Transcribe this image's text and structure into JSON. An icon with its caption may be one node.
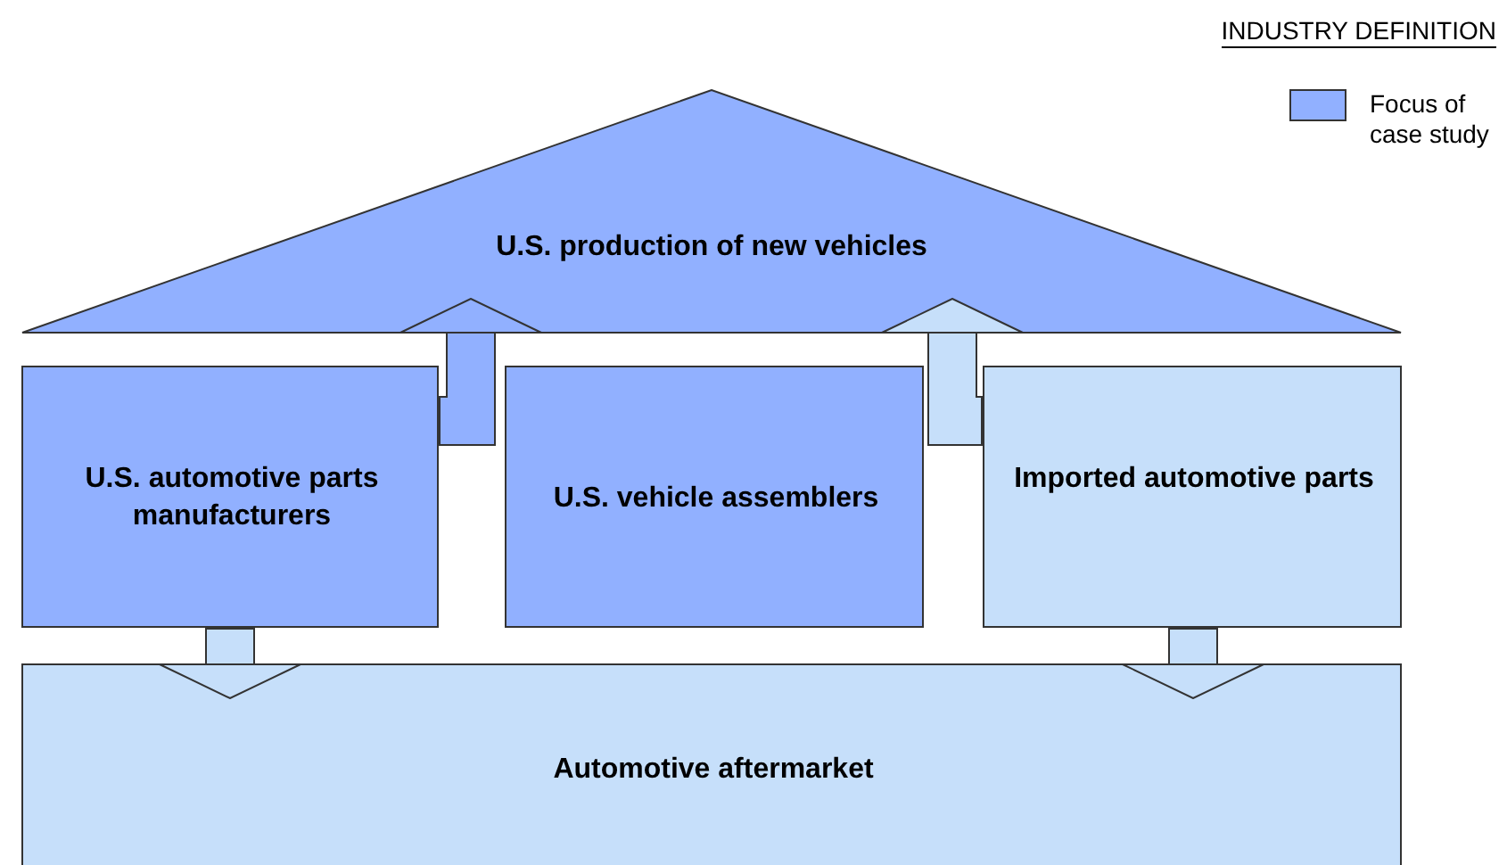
{
  "diagram": {
    "nodes": [
      {
        "text": [
          "U.S. production of new vehicles"
        ]
      },
      {
        "text": [
          "U.S. automotive parts manufacturers"
        ]
      },
      {
        "text": [
          "U.S. vehicle assemblers"
        ]
      },
      {
        "text": [
          "Imported automotive parts"
        ]
      },
      {
        "text": [
          "Automotive aftermarket"
        ]
      }
    ],
    "edges": [
      {
        "from": 1,
        "to": 0,
        "arrow": "to",
        "color": "#91b0ff"
      },
      {
        "from": 3,
        "to": 0,
        "arrow": "to"
      },
      {
        "from": 1,
        "to": 4,
        "arrow": "to"
      },
      {
        "from": 3,
        "to": 4,
        "arrow": "to"
      }
    ],
    "labels": [
      "INDUSTRY DEFINITION"
    ],
    "legend": [
      {
        "text": "Focus of case study",
        "color": "#91b0ff"
      }
    ]
  }
}
